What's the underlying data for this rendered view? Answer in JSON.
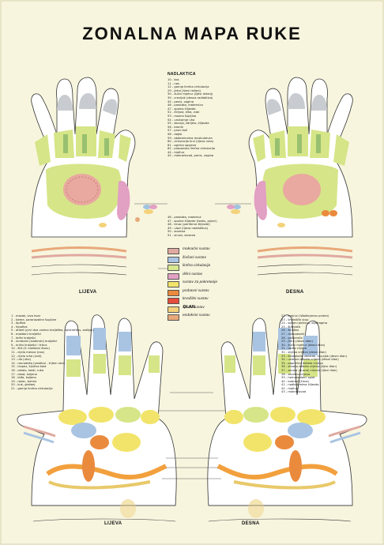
{
  "title": "ZONALNA MAPA RUKE",
  "sections": {
    "top": "NADLAKTICA",
    "bottom": "DLAN"
  },
  "hands": {
    "left": "LIJEVA",
    "right": "DESNA",
    "left_bottom": "LIJEVA",
    "right_bottom": "DESNA"
  },
  "top_list": [
    "10 - kos",
    "11 - nos",
    "12 - gornja limfna cirkulacija",
    "29 - jetra (lijevi režanj)",
    "30 - žučni mjehur (lijevi režanj)",
    "30 - crevijak (desna radlaktica)",
    "45 - penis, vagina",
    "46 - prostata, maternica",
    "47 - spolna žlijezda",
    "52 - čeljust, elka, zubi",
    "53 - mozna šupljina",
    "54 - unutarnje uho",
    "55 - žarulja, ždrijelo, žlijezde",
    "56 - bronhi",
    "57 - prsni koš",
    "58 - dojke",
    "59 - abdominalna muskulatura",
    "60 - cirkulacija krvi (lijeva ruka)",
    "61 - ogrlica spojeva",
    "62 - preponska limfna cirkulacija",
    "44 - mjehur",
    "45 - mokraćovod, penis, vagina"
  ],
  "mid_list": [
    "46 - prostata, materica",
    "47 - spolne žlijezde (testis, jajnici)",
    "48 - trnac (periferne žlijezde)",
    "49 - ulozi (lijeva nadlaktica)",
    "50 - slezena",
    "51 - sinusi, slezena"
  ],
  "legend": [
    {
      "label": "mokraćni sustav",
      "color": "#e0a9a0"
    },
    {
      "label": "živčani sustav",
      "color": "#a9c4e2"
    },
    {
      "label": "limfna cirkulacija",
      "color": "#d8e88f"
    },
    {
      "label": "dišni sustav",
      "color": "#e2a0c3"
    },
    {
      "label": "sustav za pokretanje",
      "color": "#f2e46a"
    },
    {
      "label": "probavni sustav",
      "color": "#ea8a3d"
    },
    {
      "label": "krvožilni sustav",
      "color": "#e74c3c"
    },
    {
      "label": "spolni sustav",
      "color": "#f4d27a"
    },
    {
      "label": "endokrini sustav",
      "color": "#e8a87a"
    }
  ],
  "left_list": [
    "1 - mozak, siva kvar",
    "2 - tjeme, paranazalne šupljine",
    "3 - epifiza",
    "4 - hipofiza",
    "5 - atlant (prvi dva vratna kralješka, epistrofeus, zatiljak)",
    "6 - moždani kralješci",
    "7 - leđni kralješci",
    "8 - lumbalni (slabinski) kralješci",
    "9 - križni kralješci i trtica",
    "10 - štit (V. moždani živac)",
    "11 - cijelo mesna (nos)",
    "12 - cijelo vrko (vrat)",
    "13 - ulo (uho)",
    "14 - ravnoteža (vestibul - trijem uha)",
    "15 - trapez, ključna kost",
    "16 - ostalo, kosti, ruka",
    "17 - lakat, koljeno",
    "18 - leđa, koljeno",
    "19 - rožac, butine",
    "20 - kuk, gležanj",
    "21 - gornja limfna cirkulacija"
  ],
  "right_list": [
    "22 - krajnici (Waldeyerov prsten)",
    "23 - limfatički stup",
    "24 - solarni pleksus, dijafragma",
    "25 - štitnjača",
    "26 - želudac",
    "27 - dvanaesnik",
    "28 - gušterača",
    "29 - jetra (desni dlan)",
    "30 - žučni mjehur (desni dlan)",
    "31 - tanko crijevo",
    "32 - slijepo crijevo (desni dlan)",
    "33 - ileocekalni zalistak, crvuljak (desni dlan)",
    "34 - uzlazno debelo crijevo (desni dlan)",
    "35 - poprečno debelo crijevo",
    "36 - silazno debelo crijevo (lijevi dlan)",
    "37 - zavoja (gusno) crijevo (lijevi dlan)",
    "38 - završno crijevo",
    "39 - hemoroidalni splet",
    "40 - bubrezi (čmar)",
    "41 - nadbubrežna žlijezda",
    "42 - mjehur",
    "43 - mokraćovod"
  ]
}
